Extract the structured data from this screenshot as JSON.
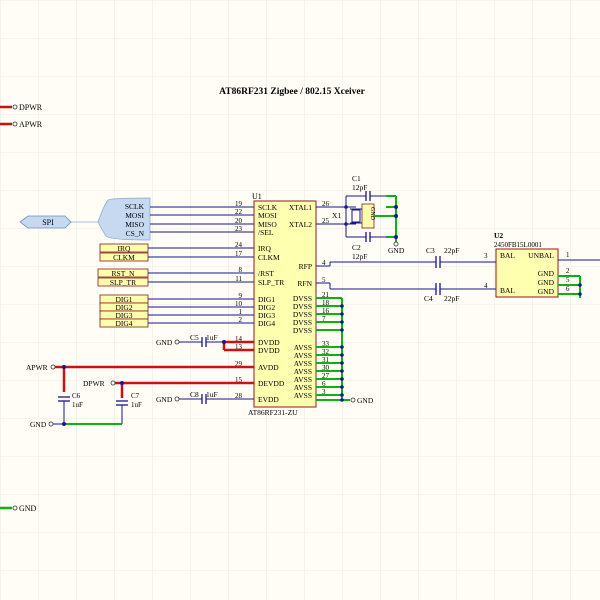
{
  "title": "AT86RF231 Zigbee / 802.15 Xceiver",
  "colors": {
    "background": "#fffdf6",
    "grid": "#d9d9d9",
    "wire": "#16168f",
    "power": "#cc1111",
    "ground": "#10b010",
    "component_fill": "#ffffb0",
    "component_stroke": "#8b1a1a",
    "pin_text": "#111111",
    "designator": "#111111",
    "spi_fill": "#c6d9f1"
  },
  "ports": {
    "dpwr_top": "DPWR",
    "apwr_top": "APWR",
    "gnd_bottom": "GND",
    "spi": "SPI",
    "irq": "IRQ",
    "clkm": "CLKM",
    "rst_n": "RST_N",
    "slp_tr": "SLP_TR",
    "dig1": "DIG1",
    "dig2": "DIG2",
    "dig3": "DIG3",
    "dig4": "DIG4",
    "apwr_left": "APWR",
    "dpwr_left": "DPWR"
  },
  "spi_signals": [
    "SCLK",
    "MOSI",
    "MISO",
    "CS_N"
  ],
  "u1": {
    "designator": "U1",
    "part": "AT86RF231-ZU",
    "left_pins": [
      {
        "num": "19",
        "name": "SCLK"
      },
      {
        "num": "22",
        "name": "MOSI"
      },
      {
        "num": "20",
        "name": "MISO"
      },
      {
        "num": "23",
        "name": "/SEL"
      },
      {
        "num": "24",
        "name": "IRQ"
      },
      {
        "num": "17",
        "name": "CLKM"
      },
      {
        "num": "8",
        "name": "/RST"
      },
      {
        "num": "11",
        "name": "SLP_TR"
      },
      {
        "num": "9",
        "name": "DIG1"
      },
      {
        "num": "10",
        "name": "DIG2"
      },
      {
        "num": "1",
        "name": "DIG3"
      },
      {
        "num": "2",
        "name": "DIG4"
      },
      {
        "num": "14",
        "name": "DVDD"
      },
      {
        "num": "13",
        "name": "DVDD"
      },
      {
        "num": "29",
        "name": "AVDD"
      },
      {
        "num": "15",
        "name": "DEVDD"
      },
      {
        "num": "28",
        "name": "EVDD"
      }
    ],
    "right_pins": [
      {
        "num": "26",
        "name": "XTAL1"
      },
      {
        "num": "25",
        "name": "XTAL2"
      },
      {
        "num": "4",
        "name": "RFP"
      },
      {
        "num": "5",
        "name": "RFN"
      },
      {
        "num": "21",
        "name": "DVSS"
      },
      {
        "num": "18",
        "name": "DVSS"
      },
      {
        "num": "16",
        "name": "DVSS"
      },
      {
        "num": "7",
        "name": "DVSS"
      },
      {
        "num": "",
        "name": "DVSS"
      },
      {
        "num": "33",
        "name": "AVSS"
      },
      {
        "num": "32",
        "name": "AVSS"
      },
      {
        "num": "31",
        "name": "AVSS"
      },
      {
        "num": "30",
        "name": "AVSS"
      },
      {
        "num": "27",
        "name": "AVSS"
      },
      {
        "num": "6",
        "name": "AVSS"
      },
      {
        "num": "3",
        "name": "AVSS"
      }
    ]
  },
  "crystal": {
    "designator": "X1",
    "pin_label": "GND"
  },
  "c1": {
    "designator": "C1",
    "value": "12pF"
  },
  "c2": {
    "designator": "C2",
    "value": "12pF"
  },
  "c3": {
    "designator": "C3",
    "value": "22pF"
  },
  "c4": {
    "designator": "C4",
    "value": "22pF"
  },
  "c5": {
    "designator": "C5",
    "value": "1uF"
  },
  "c6": {
    "designator": "C6",
    "value": "1uF"
  },
  "c7": {
    "designator": "C7",
    "value": "1uF"
  },
  "c8": {
    "designator": "C8",
    "value": "1uF"
  },
  "u2": {
    "designator": "U2",
    "part": "2450FB15L0001",
    "pins_left": [
      {
        "num": "3",
        "name": "BAL"
      },
      {
        "num": "4",
        "name": "BAL"
      }
    ],
    "pins_right": [
      {
        "num": "1",
        "name": "UNBAL"
      },
      {
        "num": "2",
        "name": "GND"
      },
      {
        "num": "5",
        "name": "GND"
      },
      {
        "num": "6",
        "name": "GND"
      }
    ]
  },
  "gnd_labels": {
    "xtal": "GND",
    "c5": "GND",
    "c8": "GND",
    "u1": "GND",
    "caps": "GND"
  }
}
